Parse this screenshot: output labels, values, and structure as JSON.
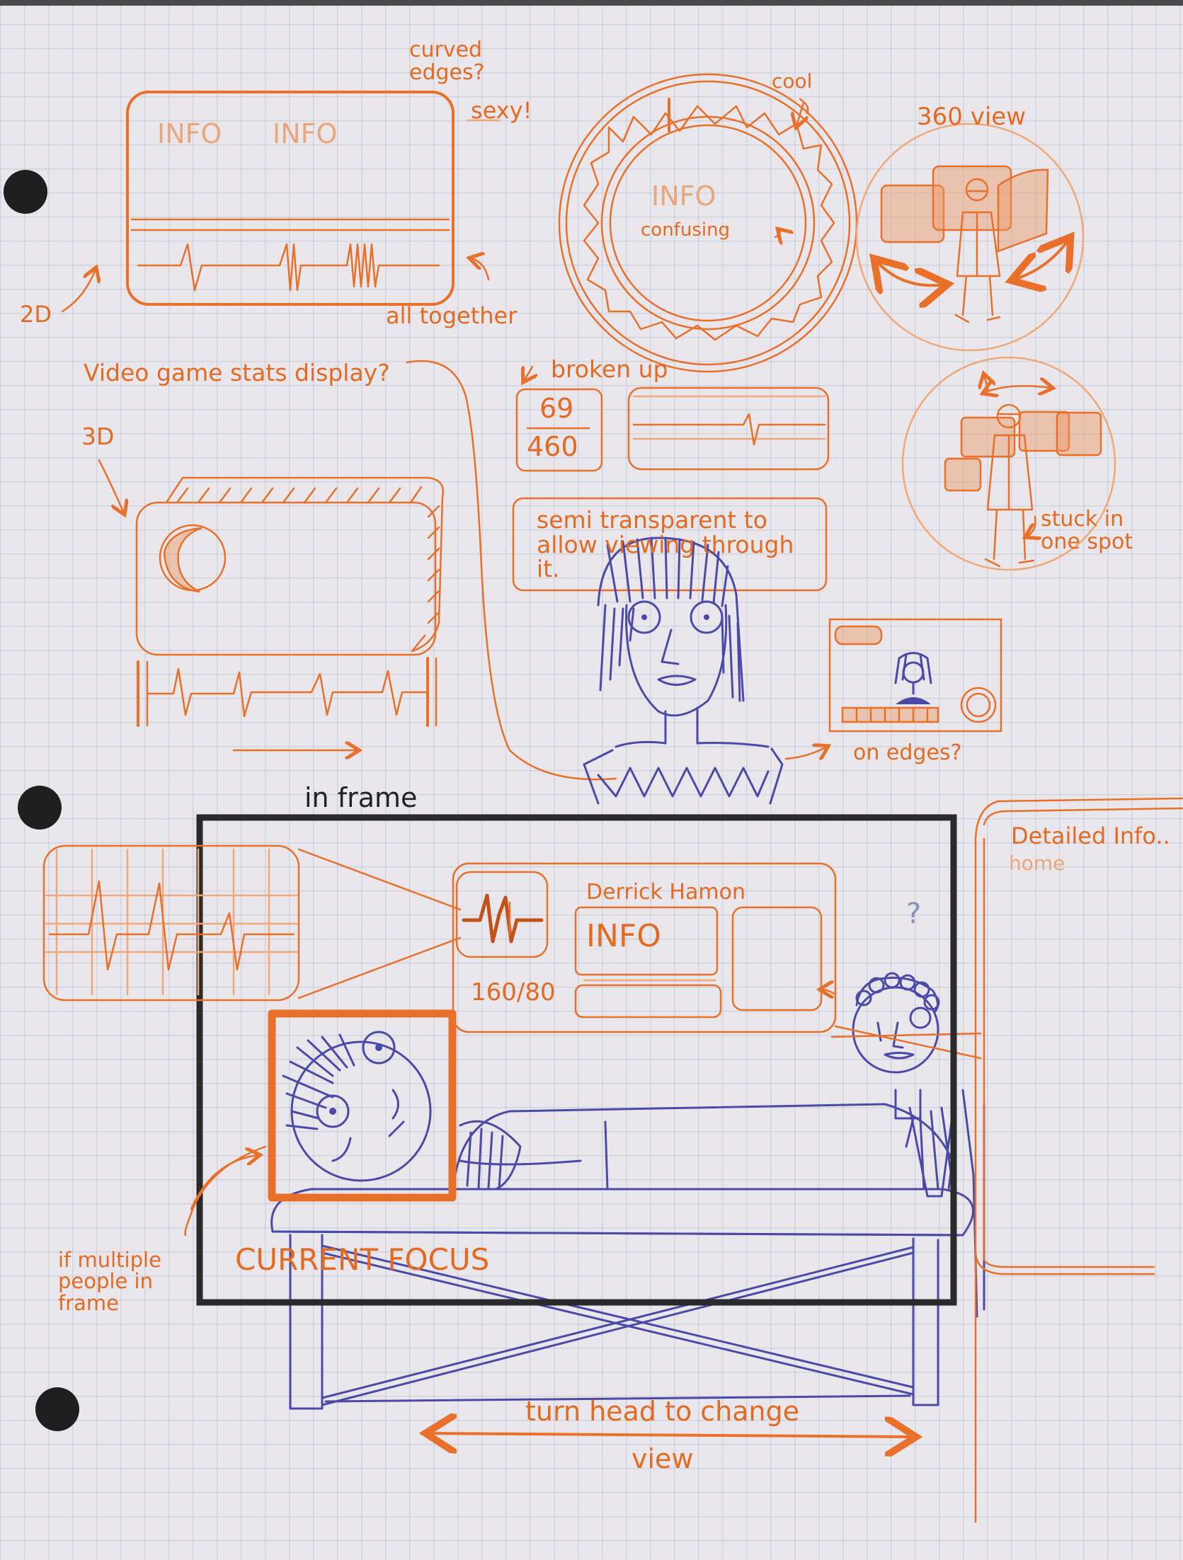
{
  "labels": {
    "curved_edges": "curved\nedges?",
    "sexy": "sexy!",
    "cool": "cool",
    "view_360": "360 view",
    "info_left": "INFO",
    "info_right": "INFO",
    "info_ring": "INFO",
    "confusing": "confusing",
    "two_d": "2D",
    "all_together": "all together",
    "video_game": "Video game stats display?",
    "broken_up": "broken up",
    "bp_top": "69",
    "bp_bottom": "460",
    "three_d": "3D",
    "semi_transparent": "semi transparent to\nallow viewing through\nit.",
    "stuck": "stuck in\none spot",
    "on_edges": "on edges?",
    "in_frame": "in frame",
    "detailed_info": "Detailed Info..",
    "detailed_sub": "home",
    "patient_name": "Derrick Hamon",
    "info_panel": "INFO",
    "question": "?",
    "bp_reading": "160/80",
    "multiple_people": "if multiple\npeople in\nframe",
    "current_focus": "CURRENT FOCUS",
    "turn_head": "turn head to change",
    "view": "view"
  },
  "colors": {
    "pencil_orange": "#e8702a",
    "pencil_blue": "#4b4aa8",
    "marker_black": "#2a2a2a",
    "paper": "#e9e7ec"
  }
}
